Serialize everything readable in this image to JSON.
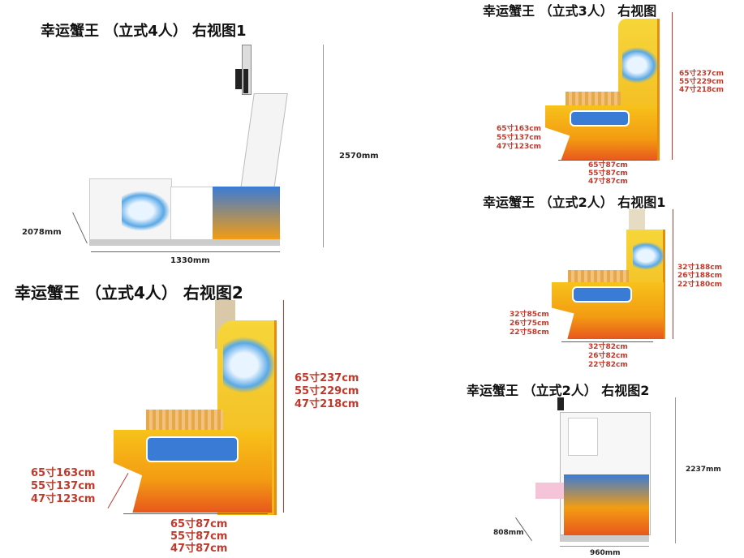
{
  "views": [
    {
      "title": "幸运蟹王 （立式4人） 右视图1",
      "height": "2570mm",
      "depth": "2078mm",
      "width": "1330mm"
    },
    {
      "title": "幸运蟹王 （立式4人） 右视图2",
      "height": [
        "65寸237cm",
        "55寸229cm",
        "47寸218cm"
      ],
      "front": [
        "65寸163cm",
        "55寸137cm",
        "47寸123cm"
      ],
      "width": [
        "65寸87cm",
        "55寸87cm",
        "47寸87cm"
      ]
    },
    {
      "title": "幸运蟹王 （立式3人） 右视图",
      "height": [
        "65寸237cm",
        "55寸229cm",
        "47寸218cm"
      ],
      "front": [
        "65寸163cm",
        "55寸137cm",
        "47寸123cm"
      ],
      "width": [
        "65寸87cm",
        "55寸87cm",
        "47寸87cm"
      ]
    },
    {
      "title": "幸运蟹王 （立式2人） 右视图1",
      "height": [
        "32寸188cm",
        "26寸188cm",
        "22寸180cm"
      ],
      "front": [
        "32寸85cm",
        "26寸75cm",
        "22寸58cm"
      ],
      "width": [
        "32寸82cm",
        "26寸82cm",
        "22寸82cm"
      ]
    },
    {
      "title": "幸运蟹王 （立式2人） 右视图2",
      "height": "2237mm",
      "depth": "808mm",
      "width": "960mm"
    }
  ]
}
